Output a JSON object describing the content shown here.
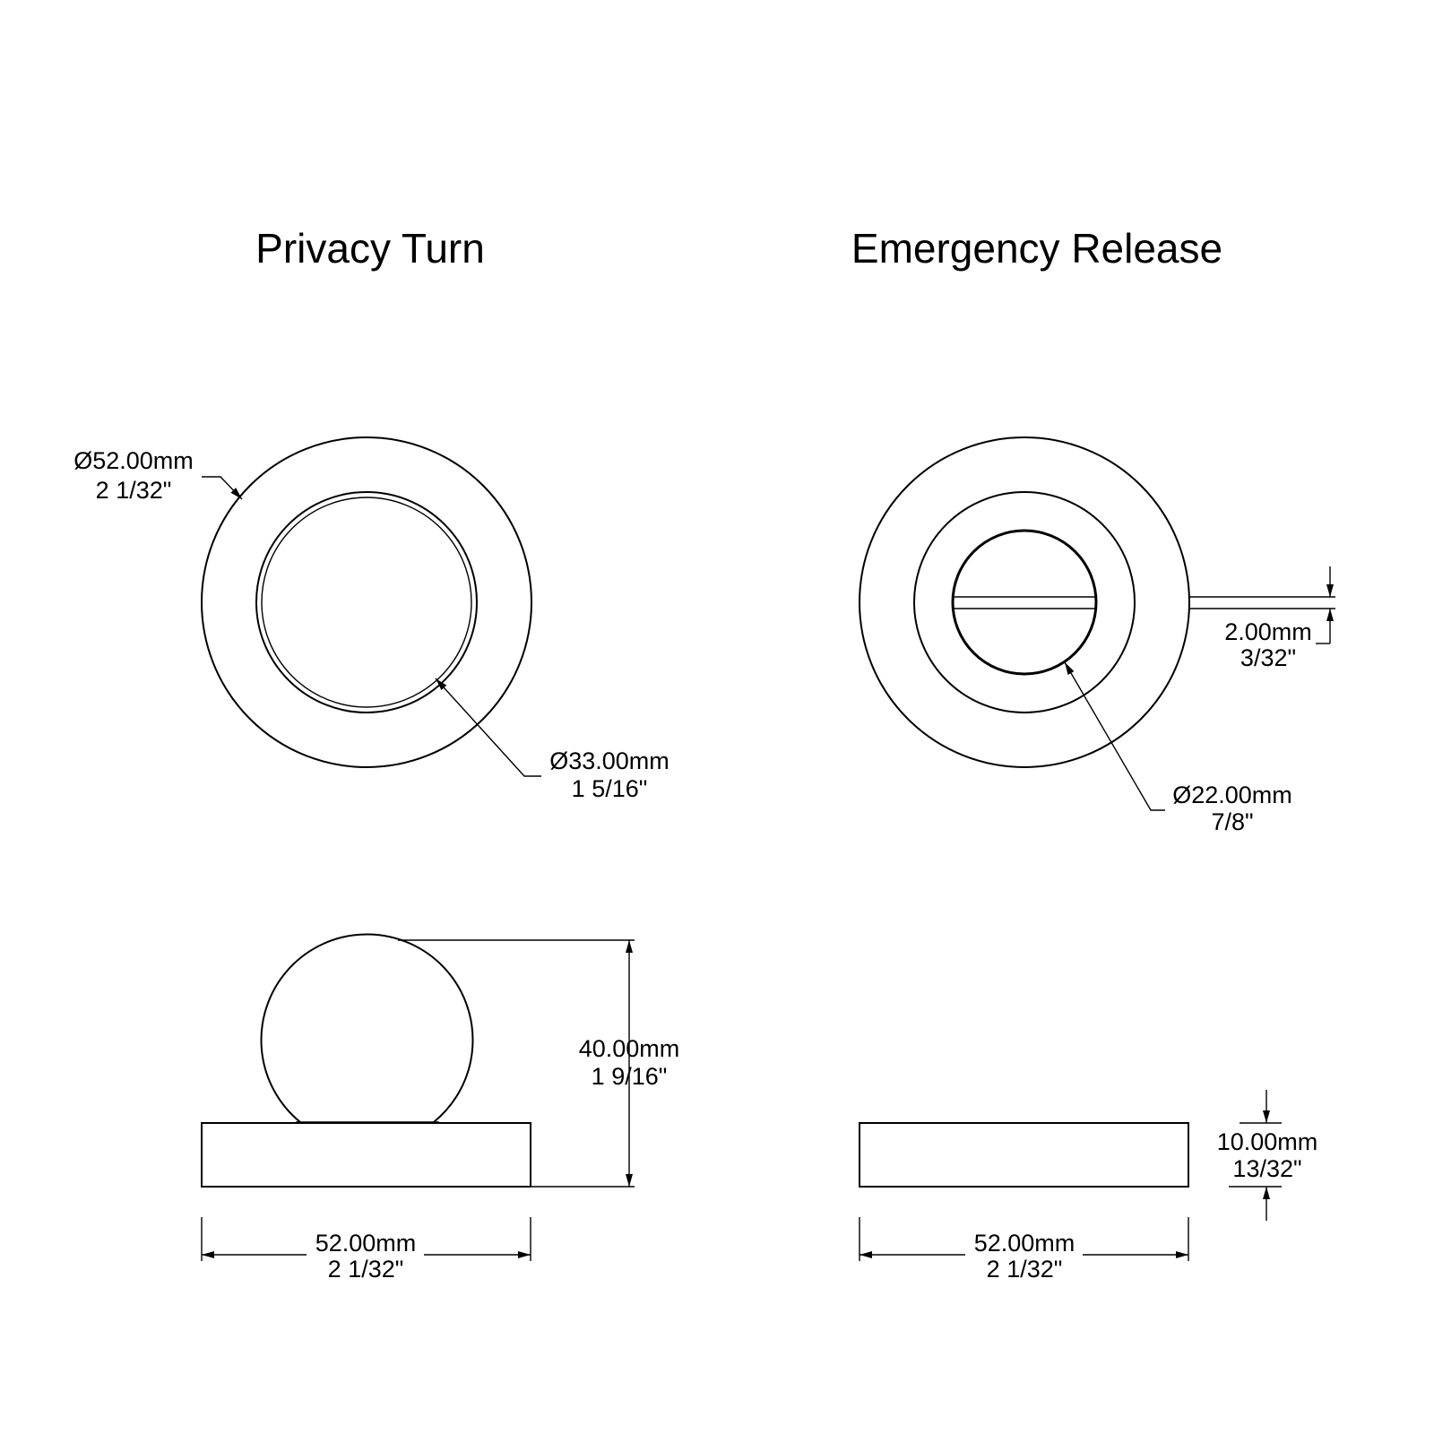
{
  "titles": {
    "privacy_turn": "Privacy Turn",
    "emergency_release": "Emergency Release"
  },
  "privacy_turn": {
    "rose_diameter": {
      "mm": "Ø52.00mm",
      "in": "2 1/32\""
    },
    "knob_diameter": {
      "mm": "Ø33.00mm",
      "in": "1 5/16\""
    },
    "height": {
      "mm": "40.00mm",
      "in": "1 9/16\""
    },
    "width": {
      "mm": "52.00mm",
      "in": "2 1/32\""
    }
  },
  "emergency_release": {
    "slot_width": {
      "mm": "2.00mm",
      "in": "3/32\""
    },
    "disc_diameter": {
      "mm": "Ø22.00mm",
      "in": "7/8\""
    },
    "thickness": {
      "mm": "10.00mm",
      "in": "13/32\""
    },
    "width": {
      "mm": "52.00mm",
      "in": "2 1/32\""
    }
  },
  "colors": {
    "line": "#000000",
    "background": "#ffffff"
  }
}
